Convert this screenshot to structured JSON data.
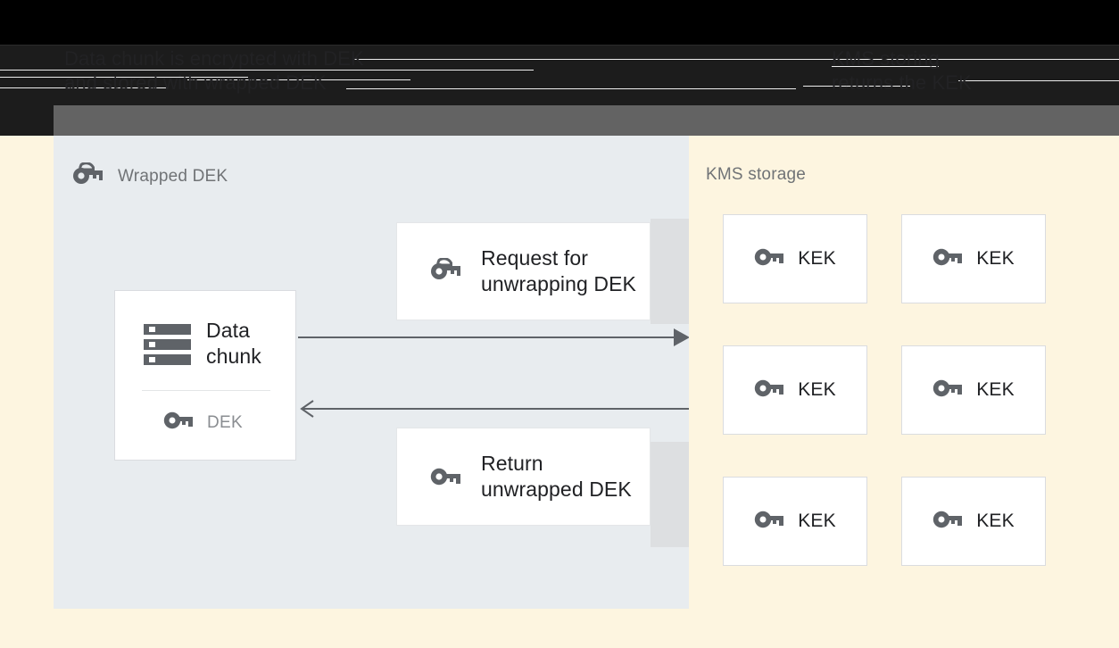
{
  "header": {
    "left_caption": "Data chunk is encrypted with DEK\nand stored with wrapped DEK",
    "right_caption": "KMS storing\nreturns the KEK"
  },
  "wrapped_panel": {
    "title": "Wrapped DEK",
    "title_icon": "wrapped-key-icon",
    "data_chunk_card": {
      "icon": "storage-chunk-icon",
      "label": "Data\nchunk",
      "key_icon": "key-icon",
      "key_label": "DEK"
    },
    "messages": [
      {
        "icon": "wrapped-key-icon",
        "label": "Request for\nunwrapping DEK"
      },
      {
        "icon": "key-icon",
        "label": "Return\nunwrapped DEK"
      }
    ],
    "arrows": [
      {
        "name": "request-arrow",
        "direction": "right"
      },
      {
        "name": "return-arrow",
        "direction": "left"
      }
    ]
  },
  "kms_panel": {
    "title": "KMS storage",
    "keys": [
      {
        "icon": "key-icon",
        "label": "KEK"
      },
      {
        "icon": "key-icon",
        "label": "KEK"
      },
      {
        "icon": "key-icon",
        "label": "KEK"
      },
      {
        "icon": "key-icon",
        "label": "KEK"
      },
      {
        "icon": "key-icon",
        "label": "KEK"
      },
      {
        "icon": "key-icon",
        "label": "KEK"
      }
    ]
  },
  "colors": {
    "page_background": "#fdf5e0",
    "wrapped_panel_background": "#e8ecef",
    "card_background": "#ffffff",
    "card_border": "#dadce0",
    "icon_gray": "#5f6368",
    "muted_text": "#707376",
    "body_text": "#202124",
    "header_band": "#000000",
    "header_bar": "#636363"
  }
}
